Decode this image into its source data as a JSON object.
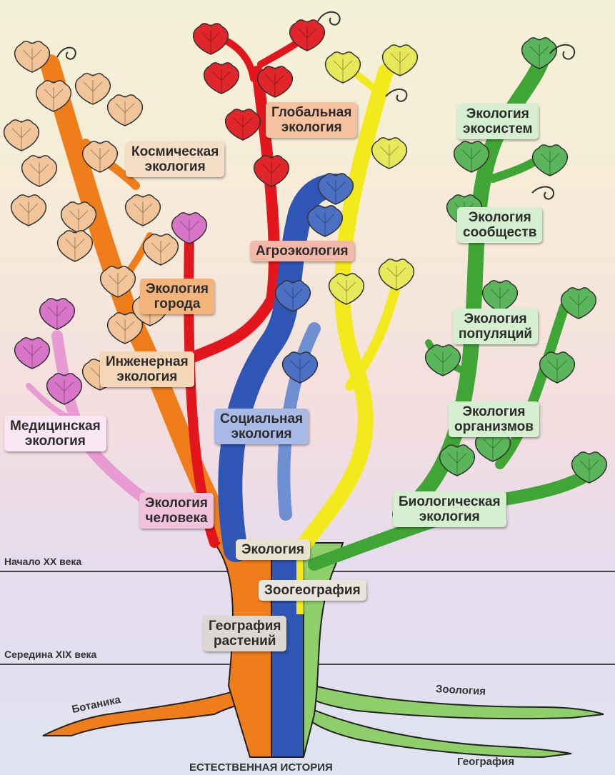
{
  "labels": {
    "global": [
      "Глобальная",
      "экология"
    ],
    "cosmic": [
      "Космическая",
      "экология"
    ],
    "agro": [
      "Агроэкология"
    ],
    "city": [
      "Экология",
      "города"
    ],
    "engineering": [
      "Инженерная",
      "экология"
    ],
    "medical": [
      "Медицинская",
      "экология"
    ],
    "social": [
      "Социальная",
      "экология"
    ],
    "human": [
      "Экология",
      "человека"
    ],
    "ecology": [
      "Экология"
    ],
    "zoogeography": [
      "Зоогеография"
    ],
    "plant_geography": [
      "География",
      "растений"
    ],
    "ecosystems": [
      "Экология",
      "экосистем"
    ],
    "communities": [
      "Экология",
      "сообществ"
    ],
    "populations": [
      "Экология",
      "популяций"
    ],
    "organisms": [
      "Экология",
      "организмов"
    ],
    "biological": [
      "Биологическая",
      "экология"
    ]
  },
  "eras": {
    "early_20th": "Начало XX века",
    "mid_19th": "Середина XIX века"
  },
  "roots": {
    "botany": "Ботаника",
    "zoology": "Зоология",
    "geography": "География",
    "natural_history": "ЕСТЕСТВЕННАЯ ИСТОРИЯ"
  },
  "colors": {
    "orange": "#ef7d1a",
    "red": "#e4161d",
    "blue": "#2f55b5",
    "lightblue": "#6f8fd3",
    "yellow": "#f2ea1c",
    "green": "#3fa535",
    "pink": "#e89ad3",
    "leaf_orange": "#f2c49a",
    "leaf_red": "#e0262b",
    "leaf_yellow": "#e6ea5a",
    "leaf_green": "#5bb55a",
    "leaf_blue": "#4b6fc3",
    "leaf_pink": "#d975c9"
  }
}
